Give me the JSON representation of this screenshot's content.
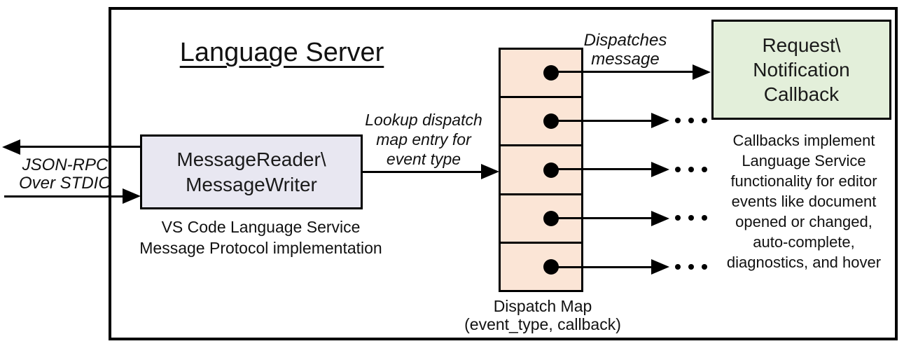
{
  "title": "Language Server",
  "reader_box": {
    "line1": "MessageReader\\",
    "line2": "MessageWriter"
  },
  "reader_caption": {
    "line1": "VS Code Language Service",
    "line2": "Message Protocol implementation"
  },
  "stdio_label": {
    "line1": "JSON-RPC",
    "line2": "Over STDIO"
  },
  "lookup_label": {
    "line1": "Lookup dispatch",
    "line2": "map entry for",
    "line3": "event type"
  },
  "dispatches_label": {
    "line1": "Dispatches",
    "line2": "message"
  },
  "callback_box": {
    "line1": "Request\\",
    "line2": "Notification",
    "line3": "Callback"
  },
  "callback_caption": {
    "lines": [
      "Callbacks implement",
      "Language Service",
      "functionality for editor",
      "events like document",
      "opened or changed,",
      "auto-complete,",
      "diagnostics, and hover"
    ]
  },
  "map_caption": {
    "line1": "Dispatch Map",
    "line2": "(event_type, callback)"
  },
  "dispatch_map": {
    "rows": 5
  },
  "colors": {
    "reader_fill": "#e8e7f1",
    "map_fill": "#fbe5d6",
    "callback_fill": "#e3efda",
    "line": "#000000"
  }
}
